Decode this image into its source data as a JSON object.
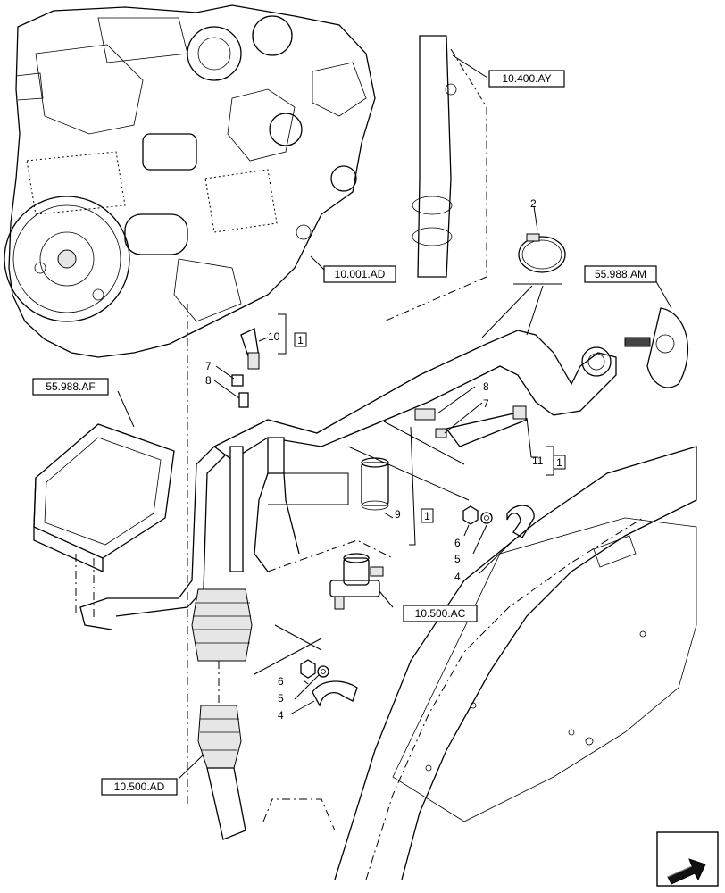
{
  "references": {
    "r_10_400_ay": "10.400.AY",
    "r_10_001_ad": "10.001.AD",
    "r_55_988_am": "55.988.AM",
    "r_55_988_af": "55.988.AF",
    "r_10_500_ac": "10.500.AC",
    "r_10_500_ad": "10.500.AD"
  },
  "callouts": {
    "n2": "2",
    "n10": "10",
    "n7a": "7",
    "n8a": "8",
    "n8b": "8",
    "n7b": "7",
    "n11": "11",
    "n9": "9",
    "n6a": "6",
    "n5a": "5",
    "n4a": "4",
    "n6b": "6",
    "n5b": "5",
    "n4b": "4"
  },
  "quantity_boxes": {
    "q10": "1",
    "q11": "1",
    "q9": "1"
  },
  "icons": {
    "direction": "arrow-icon"
  }
}
